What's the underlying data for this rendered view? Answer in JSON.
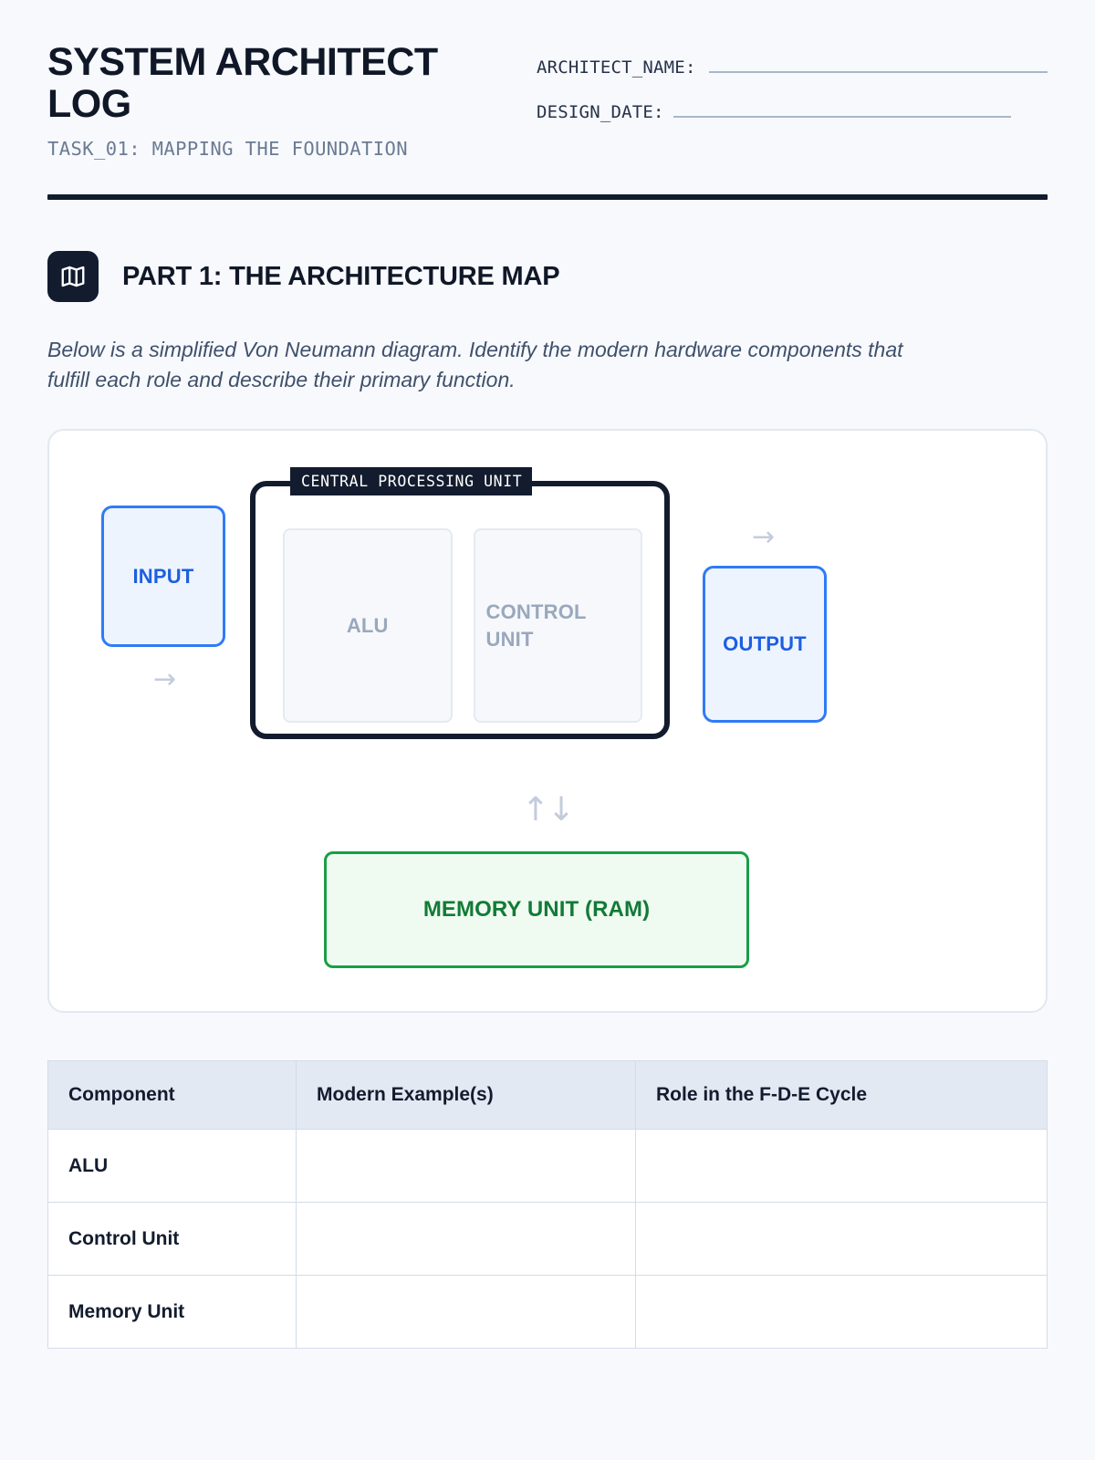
{
  "header": {
    "title": "SYSTEM ARCHITECT LOG",
    "subtitle": "TASK_01: MAPPING THE FOUNDATION",
    "fields": [
      {
        "label": "ARCHITECT_NAME:",
        "value": ""
      },
      {
        "label": "DESIGN_DATE:",
        "value": ""
      }
    ]
  },
  "section": {
    "icon": "map-icon",
    "title": "PART 1: THE ARCHITECTURE MAP",
    "description": "Below is a simplified Von Neumann diagram. Identify the modern hardware components that fulfill each role and describe their primary function."
  },
  "diagram": {
    "input_label": "INPUT",
    "output_label": "OUTPUT",
    "cpu_label": "CENTRAL PROCESSING UNIT",
    "alu_label": "ALU",
    "control_unit_label": "CONTROL UNIT",
    "memory_label": "MEMORY UNIT (RAM)",
    "arrow_in": "→",
    "arrow_out": "→",
    "memory_arrows": "↑↓",
    "colors": {
      "io_border": "#2f7bf6",
      "io_fill": "#eef4fe",
      "io_text": "#1d5fe0",
      "cpu_border": "#131c2e",
      "unit_fill": "#f6f8fb",
      "unit_text": "#9aa8bd",
      "memory_border": "#1a9e47",
      "memory_fill": "#effbf1",
      "memory_text": "#127a36",
      "arrow": "#c3ccdb"
    }
  },
  "table": {
    "columns": [
      "Component",
      "Modern Example(s)",
      "Role in the F-D-E Cycle"
    ],
    "rows": [
      {
        "component": "ALU",
        "modern_example": "",
        "role": ""
      },
      {
        "component": "Control Unit",
        "modern_example": "",
        "role": ""
      },
      {
        "component": "Memory Unit",
        "modern_example": "",
        "role": ""
      }
    ]
  }
}
